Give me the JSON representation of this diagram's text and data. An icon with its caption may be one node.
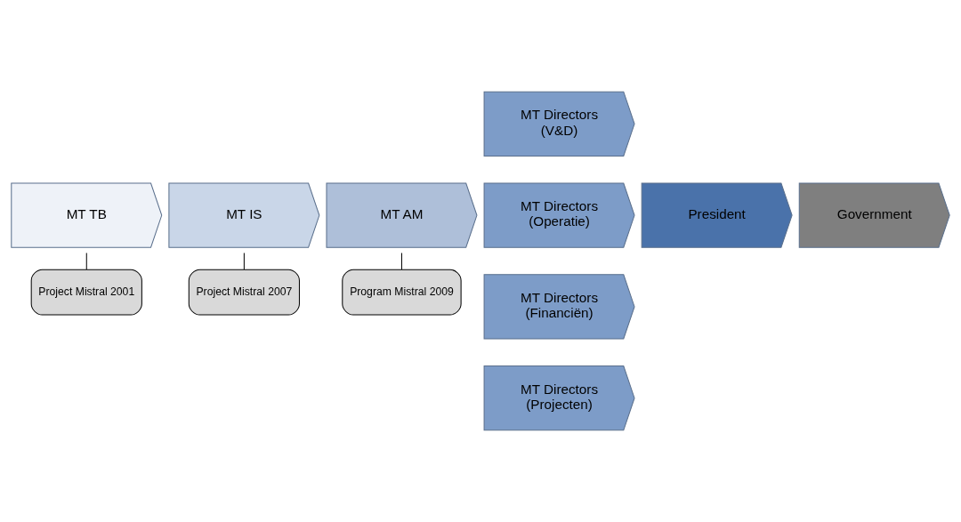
{
  "diagram": {
    "nodes": [
      {
        "text": [
          "MT TB"
        ]
      },
      {
        "text": [
          "MT IS"
        ]
      },
      {
        "text": [
          "MT AM"
        ]
      },
      {
        "text": [
          "MT Directors",
          "(V&D)"
        ]
      },
      {
        "text": [
          "MT Directors",
          "(Operatie)"
        ]
      },
      {
        "text": [
          "MT Directors",
          "(Financiën)"
        ]
      },
      {
        "text": [
          "MT Directors",
          "(Projecten)"
        ]
      },
      {
        "text": [
          "President"
        ]
      },
      {
        "text": [
          "Government"
        ]
      },
      {
        "text": [
          "Project Mistral 2001"
        ]
      },
      {
        "text": [
          "Project Mistral 2007"
        ]
      },
      {
        "text": [
          "Program Mistral 2009"
        ]
      }
    ],
    "edges": [
      {
        "from": 0,
        "to": 9,
        "arrow": "none"
      },
      {
        "from": 1,
        "to": 10,
        "arrow": "none"
      },
      {
        "from": 2,
        "to": 11,
        "arrow": "none"
      }
    ]
  }
}
